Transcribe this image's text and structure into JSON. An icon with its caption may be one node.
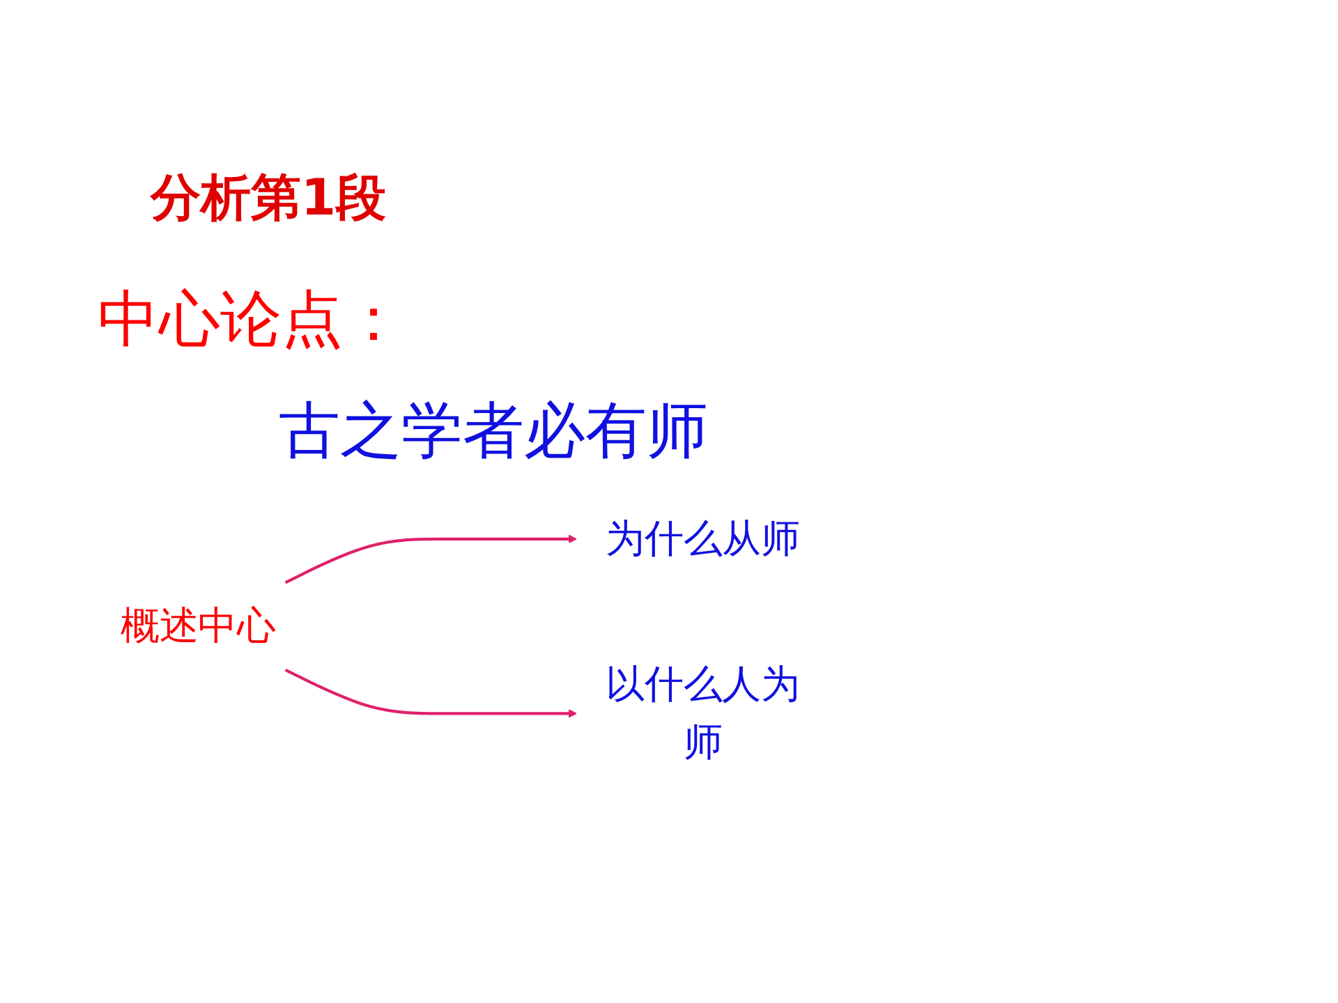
{
  "diagram": {
    "title": "分析第1段",
    "nodes": [
      {
        "text": [
          "概述中心"
        ]
      },
      {
        "text": [
          "为什么从师"
        ]
      },
      {
        "text": [
          "以什么人为师"
        ]
      }
    ],
    "edges": [
      {
        "from": 0,
        "to": 1,
        "arrow": "to"
      },
      {
        "from": 0,
        "to": 2,
        "arrow": "to"
      }
    ],
    "labels": [
      "中心论点：",
      "古之学者必有师"
    ]
  }
}
